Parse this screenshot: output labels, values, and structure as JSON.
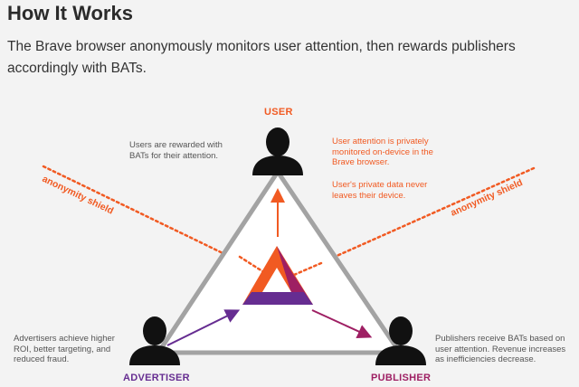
{
  "header": {
    "title": "How It Works",
    "intro": "The Brave browser anonymously monitors user attention, then rewards publishers accordingly with BATs."
  },
  "diagram": {
    "roles": {
      "user": "USER",
      "advertiser": "ADVERTISER",
      "publisher": "PUBLISHER"
    },
    "notes": {
      "user_rewards": "Users are rewarded with BATs for their attention.",
      "privacy_monitoring": "User attention is privately monitored on-device in the Brave browser.",
      "privacy_data": "User's private data never leaves their device.",
      "advertiser": "Advertisers achieve higher ROI, better targeting, and reduced fraud.",
      "publisher": "Publishers receive BATs based on user attention. Revenue increases as inefficiencies decrease."
    },
    "shield_label": "anonymity shield",
    "colors": {
      "orange": "#f15a22",
      "purple": "#662d91",
      "maroon": "#9e1f63",
      "gray": "#8c8c8c",
      "black": "#111111"
    },
    "icons": [
      "person-icon",
      "bat-logo-icon"
    ]
  }
}
